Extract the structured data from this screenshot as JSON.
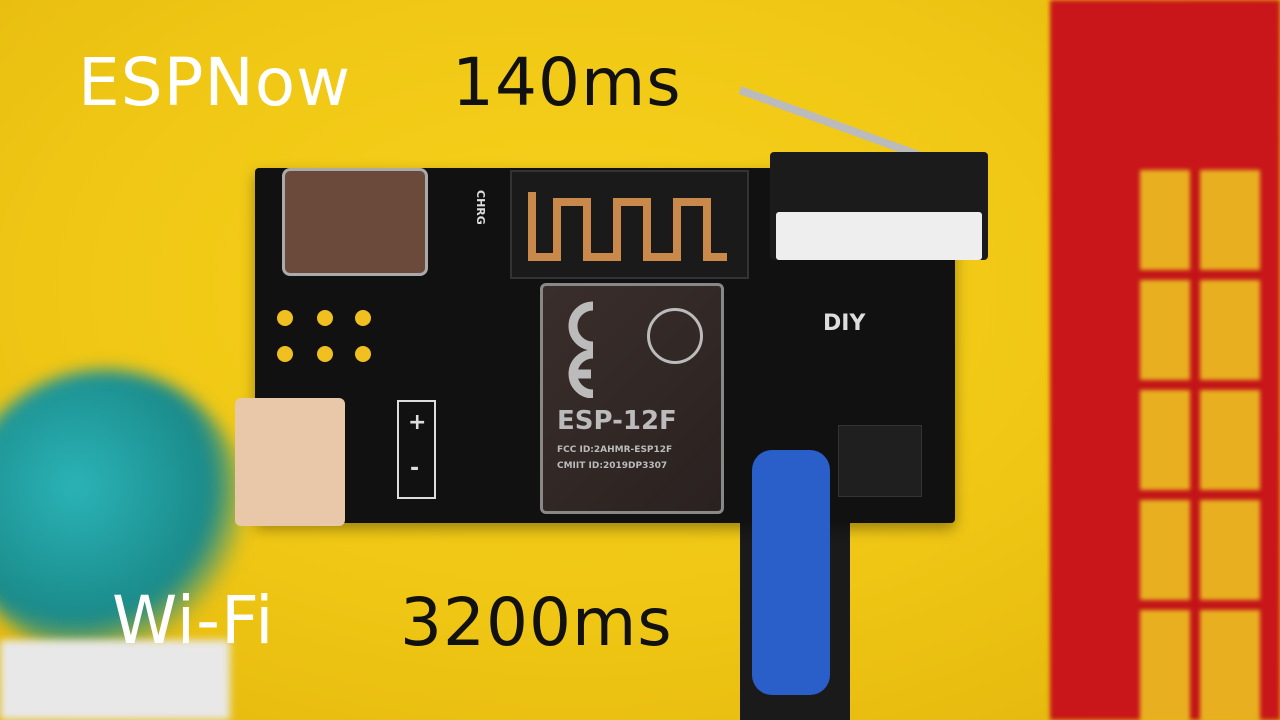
{
  "overlay": {
    "top_label": "ESPNow",
    "top_value": "140ms",
    "bottom_label": "Wi-Fi",
    "bottom_value": "3200ms"
  },
  "board_markings": {
    "led": "CHRG",
    "module_name": "ESP-12F",
    "fcc": "FCC ID:2AHMR-ESP12F",
    "cmiit": "CMIIT ID:2019DP3307",
    "logo": "DIY",
    "plus": "+",
    "minus": "-"
  },
  "colors": {
    "background": "#efc614",
    "board": "#111111",
    "cable": "#2a5ec8",
    "booth": "#c8161a"
  }
}
